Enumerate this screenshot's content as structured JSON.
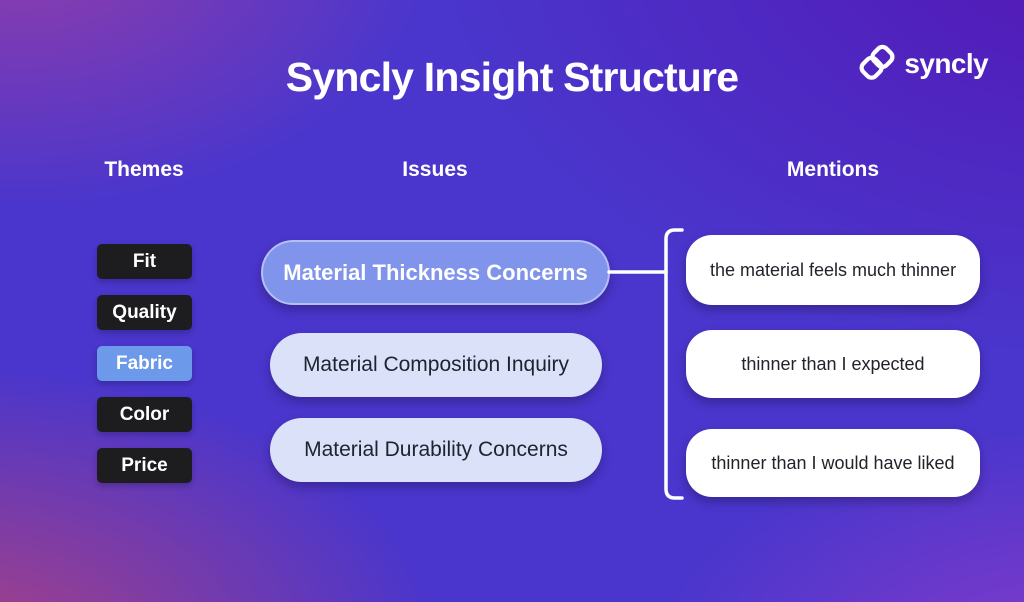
{
  "title": "Syncly Insight Structure",
  "logo": {
    "text": "syncly",
    "icon": "chain-link-icon"
  },
  "columns": {
    "themes_label": "Themes",
    "issues_label": "Issues",
    "mentions_label": "Mentions"
  },
  "themes": {
    "items": [
      {
        "label": "Fit",
        "selected": false
      },
      {
        "label": "Quality",
        "selected": false
      },
      {
        "label": "Fabric",
        "selected": true
      },
      {
        "label": "Color",
        "selected": false
      },
      {
        "label": "Price",
        "selected": false
      }
    ]
  },
  "issues": {
    "items": [
      {
        "label": "Material Thickness Concerns",
        "highlighted": true
      },
      {
        "label": "Material Composition Inquiry",
        "highlighted": false
      },
      {
        "label": "Material Durability Concerns",
        "highlighted": false
      }
    ]
  },
  "mentions": {
    "items": [
      {
        "text": "the material feels much thinner"
      },
      {
        "text": "thinner than I expected"
      },
      {
        "text": "thinner than I would have liked"
      }
    ]
  },
  "colors": {
    "background_base": "#4a36cc",
    "background_magenta": "#ae4280",
    "background_purple": "#963ca8",
    "background_violet": "#5416b4",
    "theme_chip_dark": "#1d1d1f",
    "theme_chip_selected": "#6d99ea",
    "issue_highlight_fill": "#8094ec",
    "issue_highlight_border": "#b3c0f4",
    "issue_plain_fill": "#dbe1f8",
    "mention_card_fill": "#ffffff",
    "text_light": "#ffffff",
    "text_dark": "#1d2330"
  }
}
